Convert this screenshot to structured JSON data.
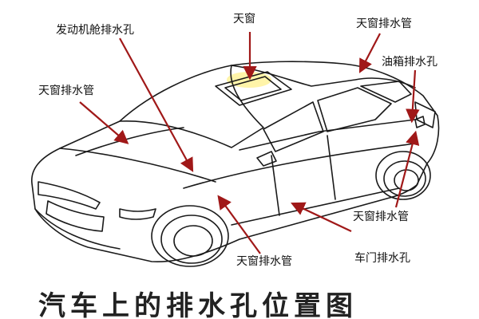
{
  "title": "汽车上的排水孔位置图",
  "labels": {
    "engine_drain": "发动机舱排水孔",
    "sunroof": "天窗",
    "sunroof_drain_rear": "天窗排水管",
    "fuel_tank_drain": "油箱排水孔",
    "sunroof_drain_front_left": "天窗排水管",
    "sunroof_drain_rear_right": "天窗排水管",
    "sunroof_drain_bottom": "天窗排水管",
    "door_drain": "车门排水孔"
  },
  "colors": {
    "arrow": "#a01818",
    "sunroof_highlight": "#fff3a0",
    "outline": "#1a1a1a"
  }
}
